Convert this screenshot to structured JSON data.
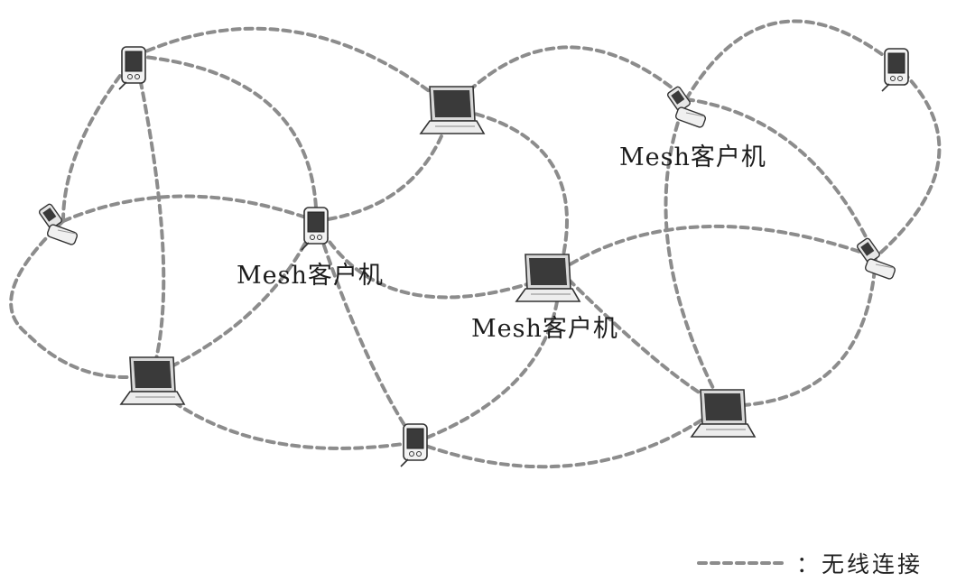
{
  "diagram": {
    "labels": {
      "client_label_1": "Mesh客户机",
      "client_label_2": "Mesh客户机",
      "client_label_3": "Mesh客户机"
    },
    "legend": {
      "text": "：无线连接"
    },
    "link_color": "#8c8c8c"
  }
}
